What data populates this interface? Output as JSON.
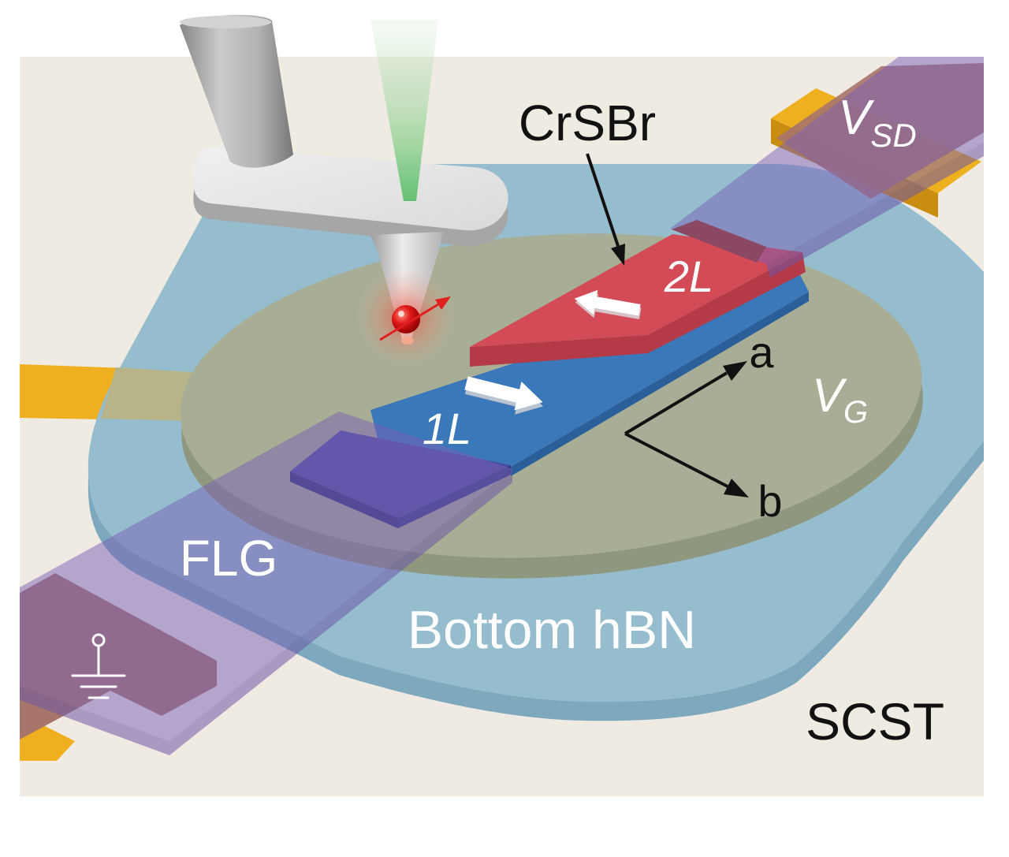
{
  "labels": {
    "crsbr": "CrSBr",
    "v_sd": {
      "main": "V",
      "sub": "SD"
    },
    "two_layer": "2L",
    "axis_a": "a",
    "v_g": {
      "main": "V",
      "sub": "G"
    },
    "one_layer": "1L",
    "axis_b": "b",
    "flg": "FLG",
    "bottom_hbn": "Bottom hBN",
    "scst": "SCST"
  },
  "colors": {
    "substrate": "#efebe3",
    "hbn_top": "#95bdce",
    "hbn_side": "#7da8bd",
    "gate_top": "#a8ae95",
    "gate_side": "#8f977f",
    "gold": "#eeb01e",
    "gold_side": "#c98d12",
    "crsbr_1l": "#3b78ba",
    "crsbr_1l_side": "#2b5f9a",
    "crsbr_2l": "#d24b57",
    "crsbr_2l_side": "#b43a47",
    "flg": "#7a5fb5",
    "flg_side": "#6d58a6",
    "electrode": "#a8756a",
    "contact_1l": "#4a4fa0",
    "contact_2l": "#8b4862",
    "spin": "#e02020"
  }
}
